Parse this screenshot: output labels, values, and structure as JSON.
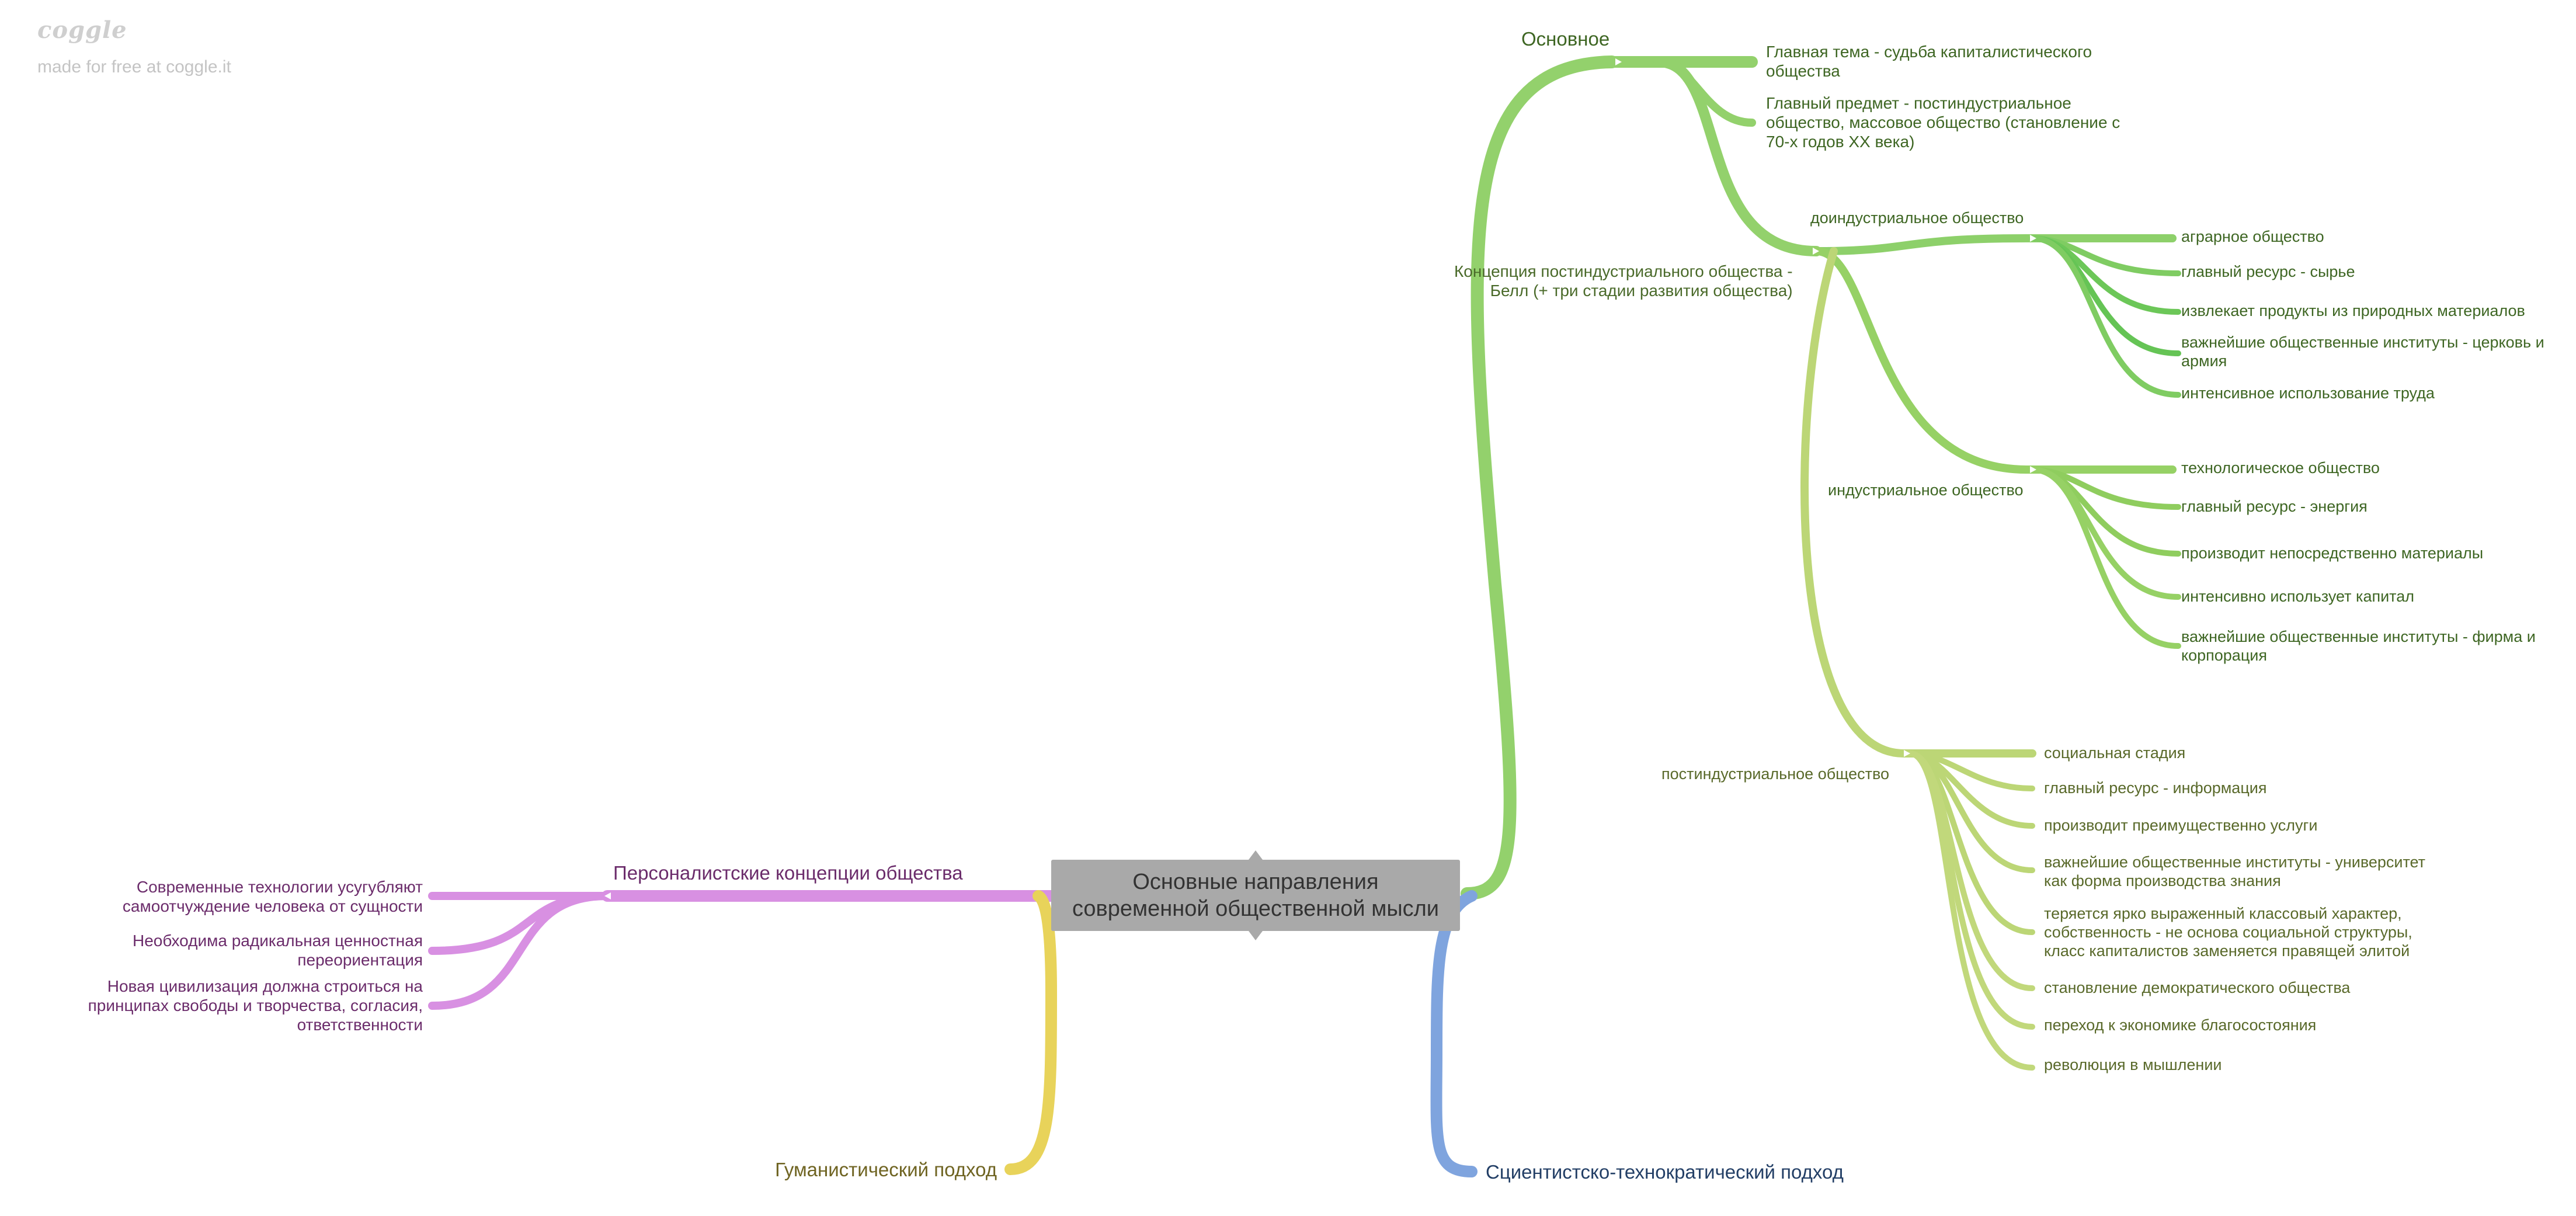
{
  "watermark": {
    "logo": "coggle",
    "tagline": "made for free at coggle.it"
  },
  "root": {
    "label": "Основные направления\nсовременной общественной мысли"
  },
  "branches": {
    "main": {
      "label": "Основное",
      "color": "#8fd16a",
      "children": [
        "Главная тема - судьба капиталистического\nобщества",
        "Главный предмет - постиндустриальное\nобщество, массовое общество (становление с\n70-х годов XX века)"
      ],
      "concept": "Концепция постиндустриального общества -\nБелл (+ три стадии развития общества)"
    },
    "preindustrial": {
      "label": "доиндустриальное общество",
      "color": "#8fd16a",
      "items": [
        "аграрное общество",
        "главный ресурс - сырье",
        "извлекает продукты из природных материалов",
        "важнейшие общественные институты - церковь и\nармия",
        "интенсивное использование труда"
      ]
    },
    "industrial": {
      "label": "индустриальное общество",
      "color": "#96d165",
      "items": [
        "технологическое общество",
        "главный ресурс - энергия",
        "производит непосредственно материалы",
        "интенсивно использует капитал",
        "важнейшие общественные институты - фирма и\nкорпорация"
      ]
    },
    "postindustrial": {
      "label": "постиндустриальное общество",
      "color": "#c0d877",
      "items": [
        "социальная стадия",
        "главный ресурс - информация",
        "производит преимущественно услуги",
        "важнейшие общественные институты - университет\nкак форма производства знания",
        "теряется ярко выраженный классовый характер,\nсобственность - не основа социальной структуры,\nкласс капиталистов заменяется правящей элитой",
        "становление демократического общества",
        "переход к экономике благосостояния",
        "революция в мышлении"
      ]
    },
    "personalist": {
      "label": "Персоналистские концепции общества",
      "color": "#d890e2",
      "items": [
        "Современные технологии усугубляют\nсамоотчуждение человека от сущности",
        "Необходима радикальная ценностная\nпереориентация",
        "Новая цивилизация должна строиться на\nпринципах свободы и творчества, согласия,\nответственности"
      ]
    },
    "humanist": {
      "label": "Гуманистический подход",
      "color": "#e8d35a"
    },
    "scientist": {
      "label": "Сциентистско-технократический подход",
      "color": "#7fa4de"
    }
  }
}
